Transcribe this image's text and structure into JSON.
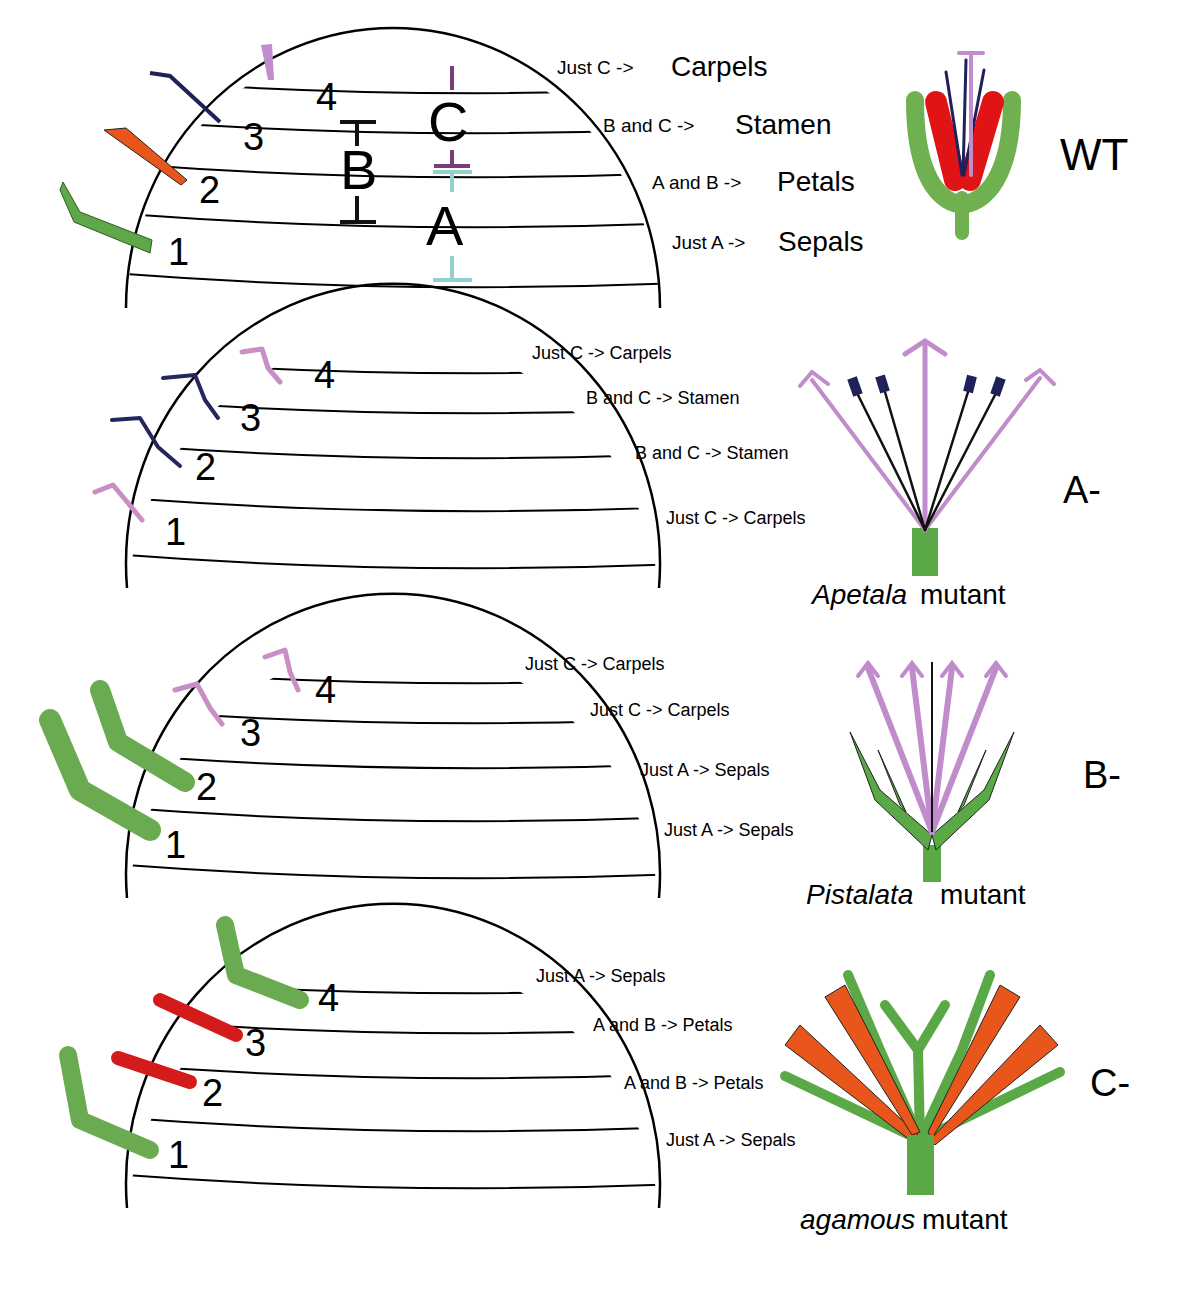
{
  "diagram": {
    "labels": [
      "Just C ->",
      "Carpels",
      "4",
      "C",
      "3",
      "B",
      "B and C ->",
      "Stamen",
      "2",
      "A and B ->",
      "Petals",
      "A",
      "Just A ->",
      "Sepals",
      "1",
      "WT",
      "Just C -> Carpels",
      "4",
      "B and C -> Stamen",
      "3",
      "B and C -> Stamen",
      "2",
      "A-",
      "Just C -> Carpels",
      "1",
      "Apetala",
      "mutant",
      "Just C -> Carpels",
      "4",
      "Just C -> Carpels",
      "3",
      "Just A -> Sepals",
      "B-",
      "2",
      "Just A -> Sepals",
      "1",
      "Pistalata",
      "mutant",
      "Just A -> Sepals",
      "4",
      "A and B -> Petals",
      "3",
      "A and B -> Petals",
      "2",
      "C-",
      "Just A -> Sepals",
      "1",
      "agamous",
      "mutant"
    ]
  }
}
